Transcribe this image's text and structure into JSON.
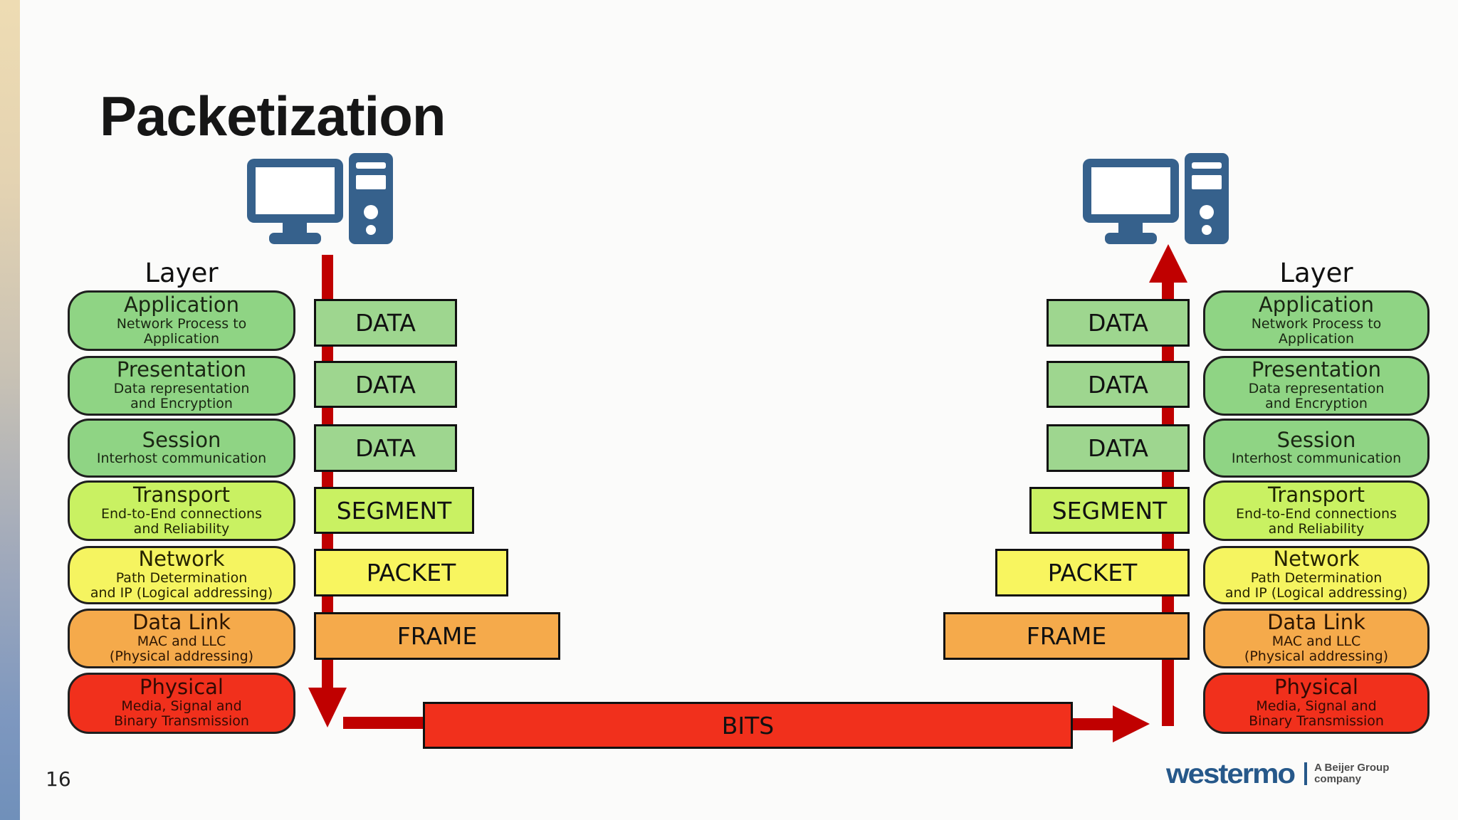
{
  "slide": {
    "title": "Packetization",
    "page_number": "16"
  },
  "stack_heading": "Layer",
  "osi_layers": [
    {
      "name": "Application",
      "description": "Network Process to\nApplication"
    },
    {
      "name": "Presentation",
      "description": "Data representation\nand Encryption"
    },
    {
      "name": "Session",
      "description": "Interhost communication"
    },
    {
      "name": "Transport",
      "description": "End-to-End connections\nand Reliability"
    },
    {
      "name": "Network",
      "description": "Path Determination\nand IP (Logical addressing)"
    },
    {
      "name": "Data Link",
      "description": "MAC and LLC\n(Physical addressing)"
    },
    {
      "name": "Physical",
      "description": "Media, Signal and\nBinary Transmission"
    }
  ],
  "pdus": [
    {
      "label": "DATA"
    },
    {
      "label": "DATA"
    },
    {
      "label": "DATA"
    },
    {
      "label": "SEGMENT"
    },
    {
      "label": "PACKET"
    },
    {
      "label": "FRAME"
    }
  ],
  "bits_label": "BITS",
  "logo": {
    "brand": "westermo",
    "tagline": "A Beijer Group\ncompany"
  },
  "colors": {
    "layer_green": "#8fd484",
    "layer_lime": "#c9f162",
    "layer_yellow": "#f5f460",
    "layer_orange": "#f5aa4b",
    "layer_red": "#f1301c",
    "pdu_green": "#9ed68f",
    "bits_red": "#f1301c",
    "arrow_red": "#c00000",
    "computer_icon_blue": "#36618c",
    "logo_blue": "#26588a",
    "stripe_top": "#eedcb3",
    "stripe_bottom": "#7090ba"
  }
}
